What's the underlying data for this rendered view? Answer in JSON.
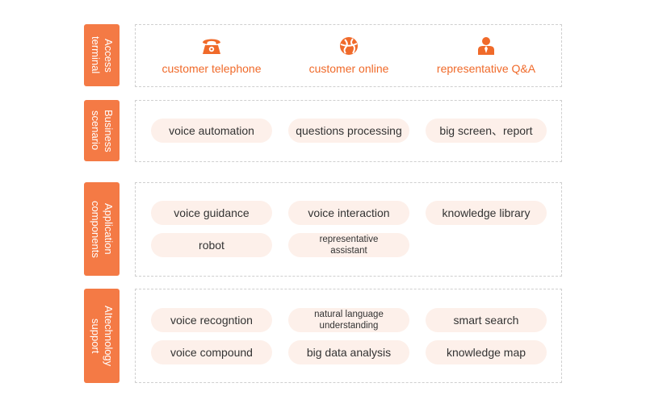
{
  "colors": {
    "accent": "#f47a45",
    "pill_bg": "#fdf0ea",
    "access_text": "#f06a2a"
  },
  "rows": {
    "access": {
      "label": "Access\nterminal",
      "items": [
        {
          "icon": "telephone-icon",
          "label": "customer telephone"
        },
        {
          "icon": "globe-icon",
          "label": "customer online"
        },
        {
          "icon": "agent-icon",
          "label": "representative Q&A"
        }
      ]
    },
    "business": {
      "label": "Business\nscenario",
      "items": [
        "voice automation",
        "questions processing",
        "big screen、report"
      ]
    },
    "application": {
      "label": "Application\ncomponents",
      "items": [
        "voice guidance",
        "voice interaction",
        "knowledge library",
        "robot",
        "representative\nassistant"
      ]
    },
    "ai": {
      "label": "AItechnology\nsupport",
      "items": [
        "voice recogntion",
        "natural language\nunderstanding",
        "smart search",
        "voice compound",
        "big data analysis",
        "knowledge map"
      ]
    }
  }
}
